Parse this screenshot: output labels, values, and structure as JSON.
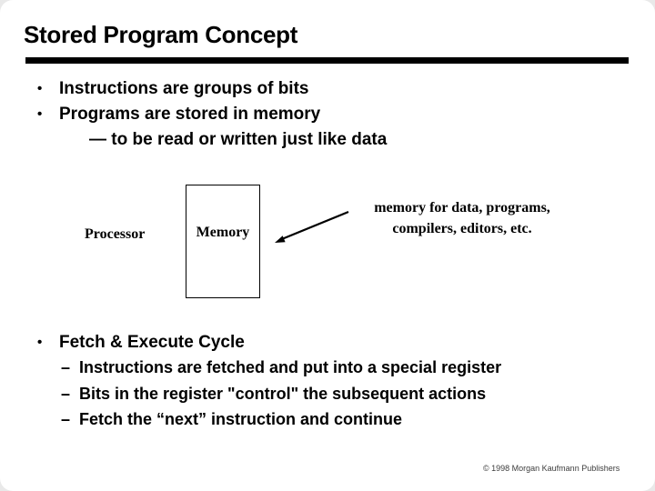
{
  "slide_title": "Stored Program Concept",
  "top_section": {
    "items": [
      "Instructions are groups of bits",
      "Programs are stored in memory"
    ],
    "sub_item": "— to be read or written just like data"
  },
  "diagram": {
    "processor_label": "Processor",
    "memory_label": "Memory",
    "annotation_line1": "memory for data, programs,",
    "annotation_line2": "compilers, editors, etc."
  },
  "fetch_section": {
    "heading": "Fetch & Execute Cycle",
    "items": [
      "Instructions are fetched and put into a special register",
      "Bits in the register \"control\" the subsequent actions",
      "Fetch the “next” instruction and continue"
    ]
  },
  "footer_copyright": "© 1998 Morgan Kaufmann Publishers",
  "markers": {
    "bullet": "•",
    "dash": "–"
  },
  "colors": {
    "text": "#000000",
    "rule": "#000000",
    "background": "#ffffff"
  }
}
